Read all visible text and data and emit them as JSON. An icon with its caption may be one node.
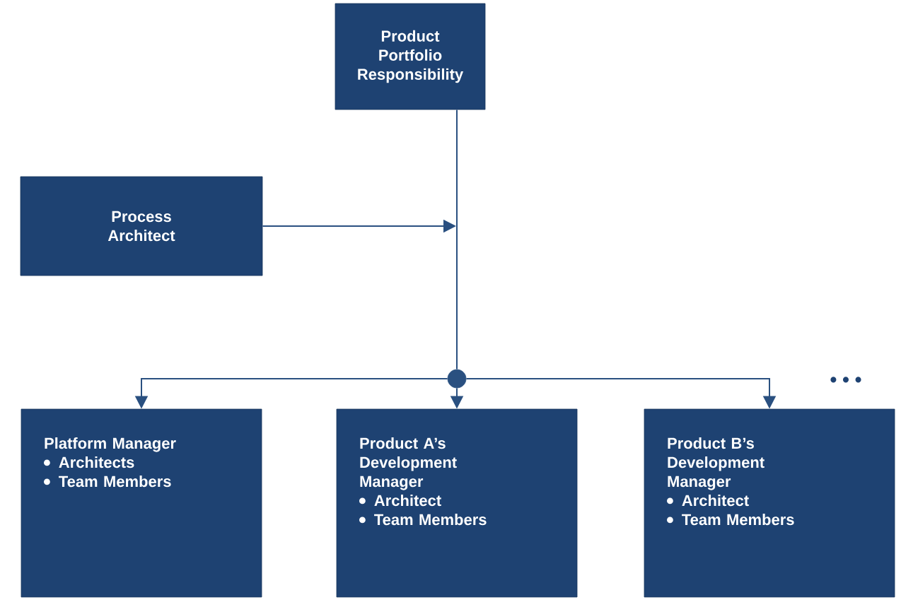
{
  "diagram": {
    "nodes": [
      {
        "text": [
          "Product Portfolio Responsibility"
        ]
      },
      {
        "text": [
          "Process Architect"
        ]
      },
      {
        "text": [],
        "shape": "circle"
      },
      {
        "text": [
          "Platform Manager",
          "Architects",
          "Team Members"
        ]
      },
      {
        "text": [
          "Product A’s Development Manager",
          "Architect",
          "Team Members"
        ]
      },
      {
        "text": [
          "Product B’s Development Manager",
          "Architect",
          "Team Members"
        ]
      }
    ],
    "edges": [
      {
        "from": 0,
        "to": 2,
        "arrow": "none"
      },
      {
        "from": 2,
        "to": 3,
        "arrow": "to"
      },
      {
        "from": 2,
        "to": 4,
        "arrow": "to"
      },
      {
        "from": 2,
        "to": 5,
        "arrow": "to"
      },
      {
        "from": 1,
        "to": null,
        "arrow": "to"
      }
    ],
    "labels": [
      "• • •"
    ]
  }
}
